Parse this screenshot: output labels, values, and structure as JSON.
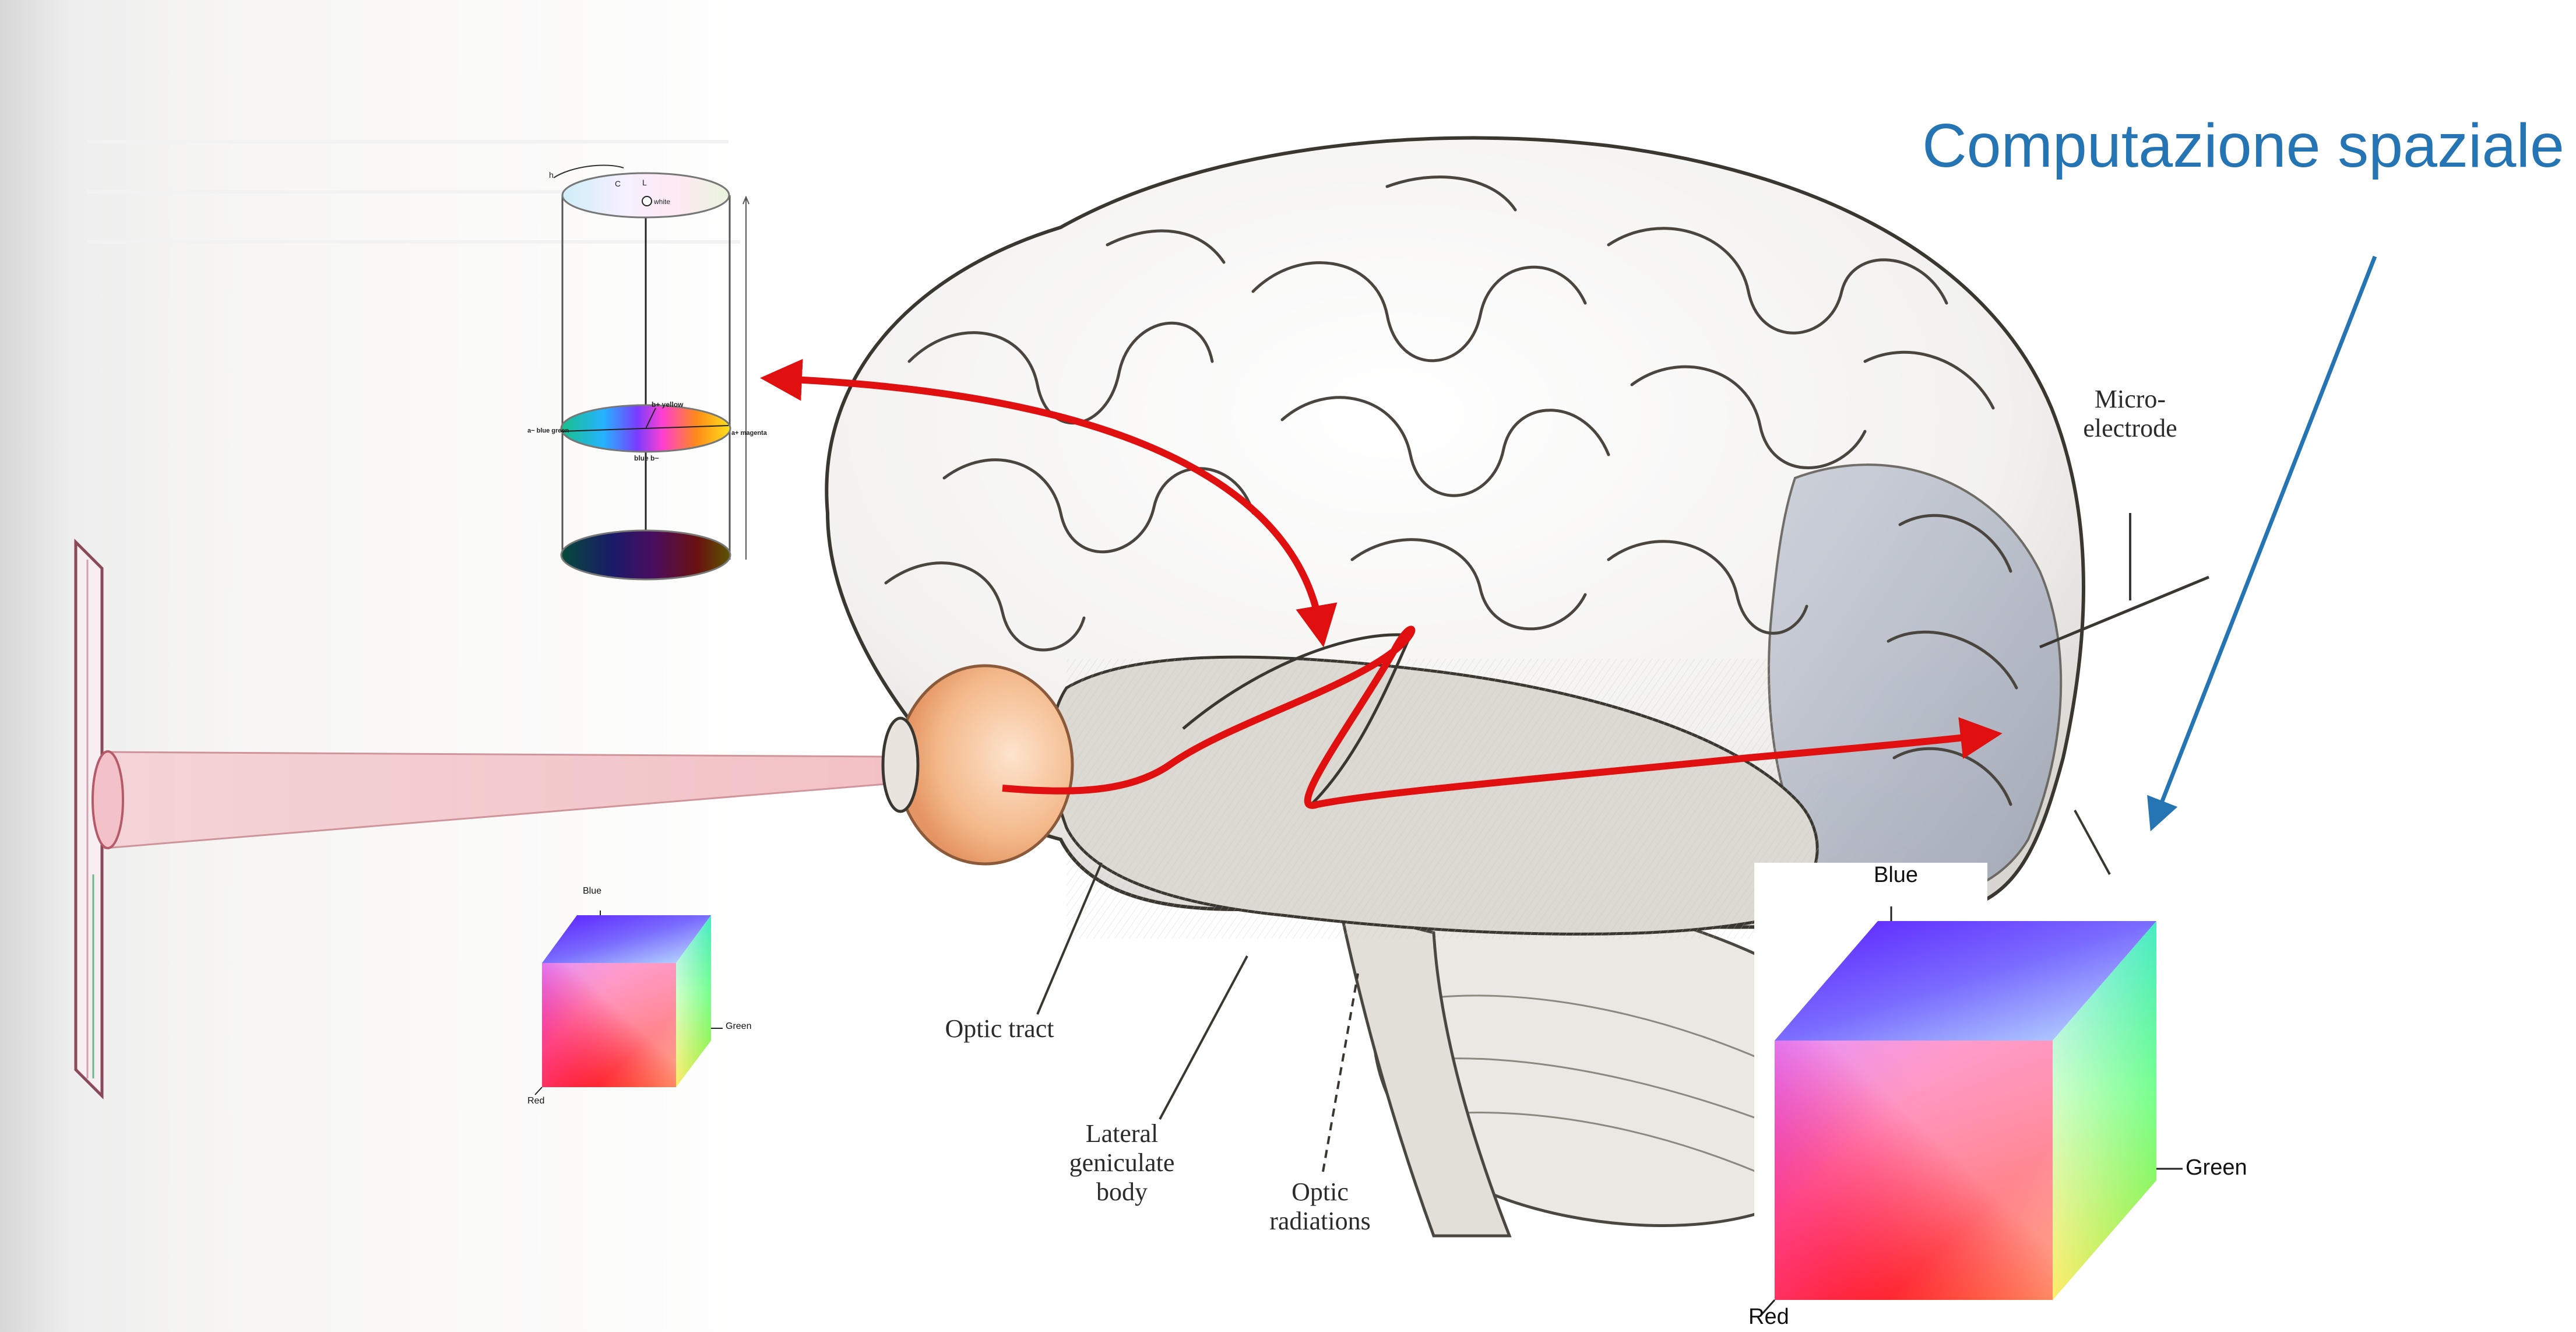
{
  "title": "Computazione spaziale",
  "brain_labels": {
    "micro_electrode_line1": "Micro-",
    "micro_electrode_line2": "electrode",
    "optic_tract": "Optic tract",
    "lateral_line1": "Lateral",
    "lateral_line2": "geniculate",
    "lateral_line3": "body",
    "optic_rad_line1": "Optic",
    "optic_rad_line2": "radiations"
  },
  "small_cube": {
    "top": "Blue",
    "right": "Green",
    "bottom": "Red"
  },
  "large_cube": {
    "top": "Blue",
    "right": "Green",
    "bottom": "Red"
  },
  "cylinder_labels": {
    "h": "h",
    "c": "C",
    "l": "L",
    "white": "white",
    "yellow": "b+ yellow",
    "blue_green": "a− blue green",
    "magenta": "a+ magenta",
    "blue": "blue b−"
  },
  "colors": {
    "title": "#2574b4",
    "arrow_red": "#e01010",
    "arrow_blue": "#2574b4"
  }
}
